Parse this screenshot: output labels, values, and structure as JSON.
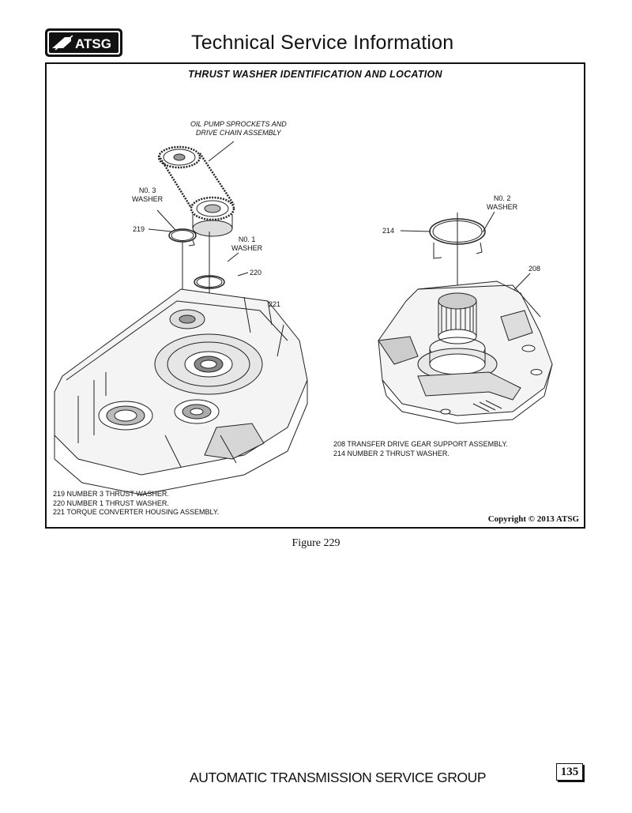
{
  "header": {
    "logo_text": "ATSG",
    "title": "Technical Service Information"
  },
  "figure": {
    "heading": "THRUST WASHER IDENTIFICATION AND LOCATION",
    "callouts": {
      "oil_pump_line1": "OIL PUMP SPROCKETS AND",
      "oil_pump_line2": "DRIVE CHAIN ASSEMBLY",
      "no3_line1": "N0. 3",
      "no3_line2": "WASHER",
      "no1_line1": "N0. 1",
      "no1_line2": "WASHER",
      "no2_line1": "N0. 2",
      "no2_line2": "WASHER",
      "ref_219": "219",
      "ref_220": "220",
      "ref_221": "221",
      "ref_214": "214",
      "ref_208": "208"
    },
    "legend_left": [
      "219  NUMBER  3 THRUST WASHER.",
      "220  NUMBER  1 THRUST WASHER.",
      "221  TORQUE CONVERTER HOUSING ASSEMBLY."
    ],
    "legend_right": [
      "208  TRANSFER DRIVE GEAR SUPPORT ASSEMBLY.",
      "214  NUMBER 2 THRUST WASHER."
    ],
    "copyright": "Copyright © 2013 ATSG"
  },
  "caption": "Figure 229",
  "footer": {
    "text": "AUTOMATIC TRANSMISSION SERVICE GROUP",
    "page_number": "135"
  }
}
